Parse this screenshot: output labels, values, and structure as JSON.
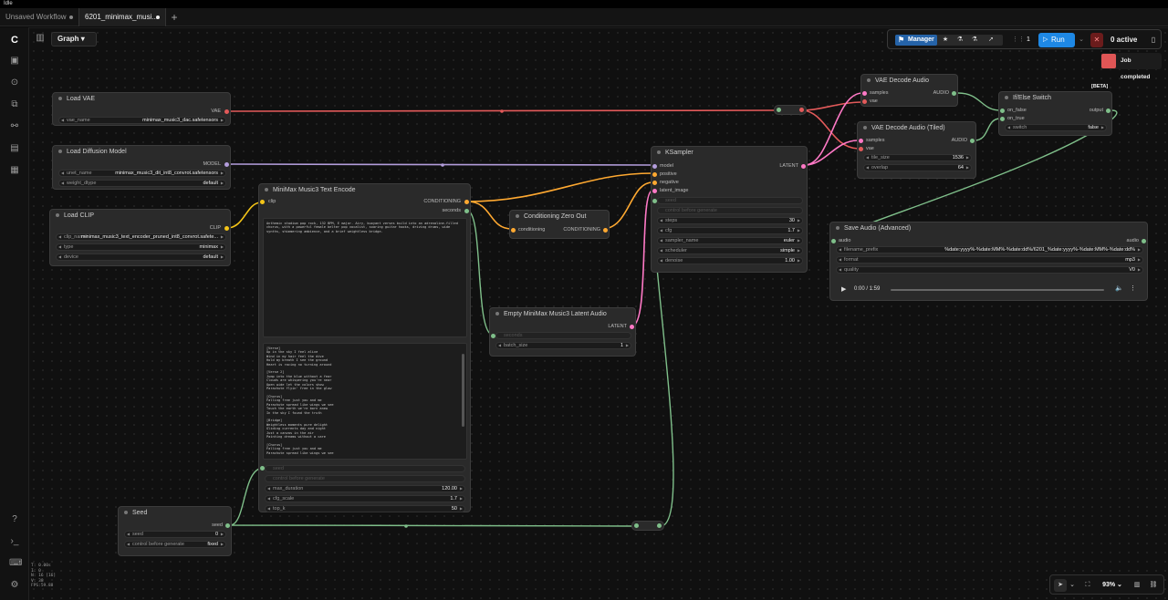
{
  "window_title": "Idle",
  "tabs": [
    {
      "label": "Unsaved Workflow"
    },
    {
      "label": "6201_minimax_musi..."
    }
  ],
  "graph_label": "Graph",
  "toolbar": {
    "manager": "Manager",
    "queue_count": "1",
    "run": "Run",
    "active": "0 active"
  },
  "toast": "Job completed",
  "zoom": "93%",
  "stats": [
    "T: 0.00s",
    "I: 0",
    "N: 16 [16]",
    "V: 38",
    "FPS:59.88"
  ],
  "nodes": {
    "load_vae": {
      "title": "Load VAE",
      "out": "VAE",
      "widget_label": "vae_name",
      "widget_value": "minimax_music3_dac.safetensors"
    },
    "load_diff": {
      "title": "Load Diffusion Model",
      "out": "MODEL",
      "w1_label": "unet_name",
      "w1_value": "minimax_music3_dit_int8_convrot.safetensors",
      "w2_label": "weight_dtype",
      "w2_value": "default"
    },
    "load_clip": {
      "title": "Load CLIP",
      "out": "CLIP",
      "w1_label": "clip_name",
      "w1_value": "minimax_music3_text_encoder_pruned_int8_convrot.safete...",
      "w2_label": "type",
      "w2_value": "minimax",
      "w3_label": "device",
      "w3_value": "default"
    },
    "text_enc": {
      "title": "MiniMax Music3 Text Encode",
      "in": "clip",
      "out1": "CONDITIONING",
      "out2": "seconds",
      "tags": "Anthemic stadium pop rock, 132 BPM, E major. Airy, buoyant verses build into an adrenaline-filled chorus, with a powerful female belter pop vocalist, soaring guitar hooks, driving drums, wide synths, shimmering ambience, and a brief weightless bridge.",
      "lyrics": "[Verse]\nUp in the sky I feel alive\nWind in my hair feel the dive\nHold my breath I see the ground\nHeart is racing no turning around\n\n[Verse 2]\nJump into the blue without a fear\nClouds are whispering you're near\nOpen wide let the colors show\nParachute flyin' free in the glow\n\n[Chorus]\nFalling free just you and me\nParachute spread like wings we see\nTouch the earth we're born anew\nIn the sky I found the truth\n\n[Bridge]\nWeightless moments pure delight\nGliding currents day and night\nJust a canvas in the air\nPainting dreams without a care\n\n[Chorus]\nFalling free just you and me\nParachute spread like wings we see",
      "seed_label": "seed",
      "cbg_label": "control before generate",
      "max_dur_label": "max_duration",
      "max_dur_value": "120.00",
      "cfg_label": "cfg_scale",
      "cfg_value": "1.7",
      "topk_label": "top_k",
      "topk_value": "50"
    },
    "seed": {
      "title": "Seed",
      "out": "seed",
      "w1_label": "seed",
      "w1_value": "0",
      "w2_label": "control before generate",
      "w2_value": "fixed"
    },
    "cond_zero": {
      "title": "Conditioning Zero Out",
      "in": "conditioning",
      "out": "CONDITIONING"
    },
    "empty_latent": {
      "title": "Empty MiniMax Music3 Latent Audio",
      "out": "LATENT",
      "in": "seconds",
      "w_label": "batch_size",
      "w_value": "1"
    },
    "ksampler": {
      "title": "KSampler",
      "in": [
        "model",
        "positive",
        "negative",
        "latent_image"
      ],
      "out": "LATENT",
      "seed_label": "seed",
      "cbg_label": "control before generate",
      "widgets": [
        {
          "label": "steps",
          "value": "30"
        },
        {
          "label": "cfg",
          "value": "1.7"
        },
        {
          "label": "sampler_name",
          "value": "euler"
        },
        {
          "label": "scheduler",
          "value": "simple"
        },
        {
          "label": "denoise",
          "value": "1.00"
        }
      ]
    },
    "vae_dec": {
      "title": "VAE Decode Audio",
      "in1": "samples",
      "in2": "vae",
      "out": "AUDIO"
    },
    "vae_dec_tiled": {
      "title": "VAE Decode Audio (Tiled)",
      "in1": "samples",
      "in2": "vae",
      "out": "AUDIO",
      "w1_label": "tile_size",
      "w1_value": "1536",
      "w2_label": "overlap",
      "w2_value": "64"
    },
    "ifelse": {
      "badge": "[BETA]",
      "title": "If/Else Switch",
      "in1": "on_false",
      "in2": "on_true",
      "out": "output",
      "w_label": "switch",
      "w_value": "false"
    },
    "save_audio": {
      "title": "Save Audio (Advanced)",
      "in": "audio",
      "out": "audio",
      "w1_label": "filename_prefix",
      "w1_value": "%date:yyyy%-%date:MM%-%date:dd%/6201_%date:yyyy%-%date:MM%-%date:dd%",
      "w2_label": "format",
      "w2_value": "mp3",
      "w3_label": "quality",
      "w3_value": "V0",
      "time": "0:00 / 1:59"
    }
  }
}
